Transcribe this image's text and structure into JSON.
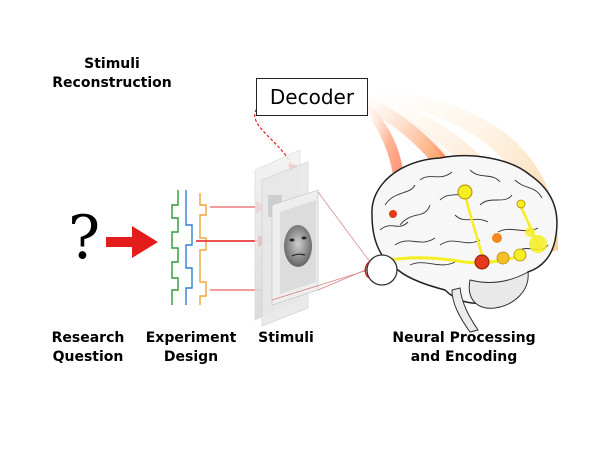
{
  "title": {
    "line1": "Stimuli",
    "line2": "Reconstruction"
  },
  "question_mark": "?",
  "decoder_label": "Decoder",
  "stage_labels": {
    "research_1": "Research",
    "research_2": "Question",
    "experiment_1": "Experiment",
    "experiment_2": "Design",
    "stimuli": "Stimuli",
    "neural_1": "Neural Processing",
    "neural_2": "and Encoding"
  },
  "colors": {
    "arrow_red": "#e51c1c",
    "arrow_pink": "#f07a7a",
    "signal_green": "#2e9a33",
    "signal_blue": "#2f7fd6",
    "signal_orange": "#f0a43a",
    "node_yellow": "#f4ee22",
    "node_orange": "#f08a1e",
    "node_red": "#e33a1a"
  }
}
